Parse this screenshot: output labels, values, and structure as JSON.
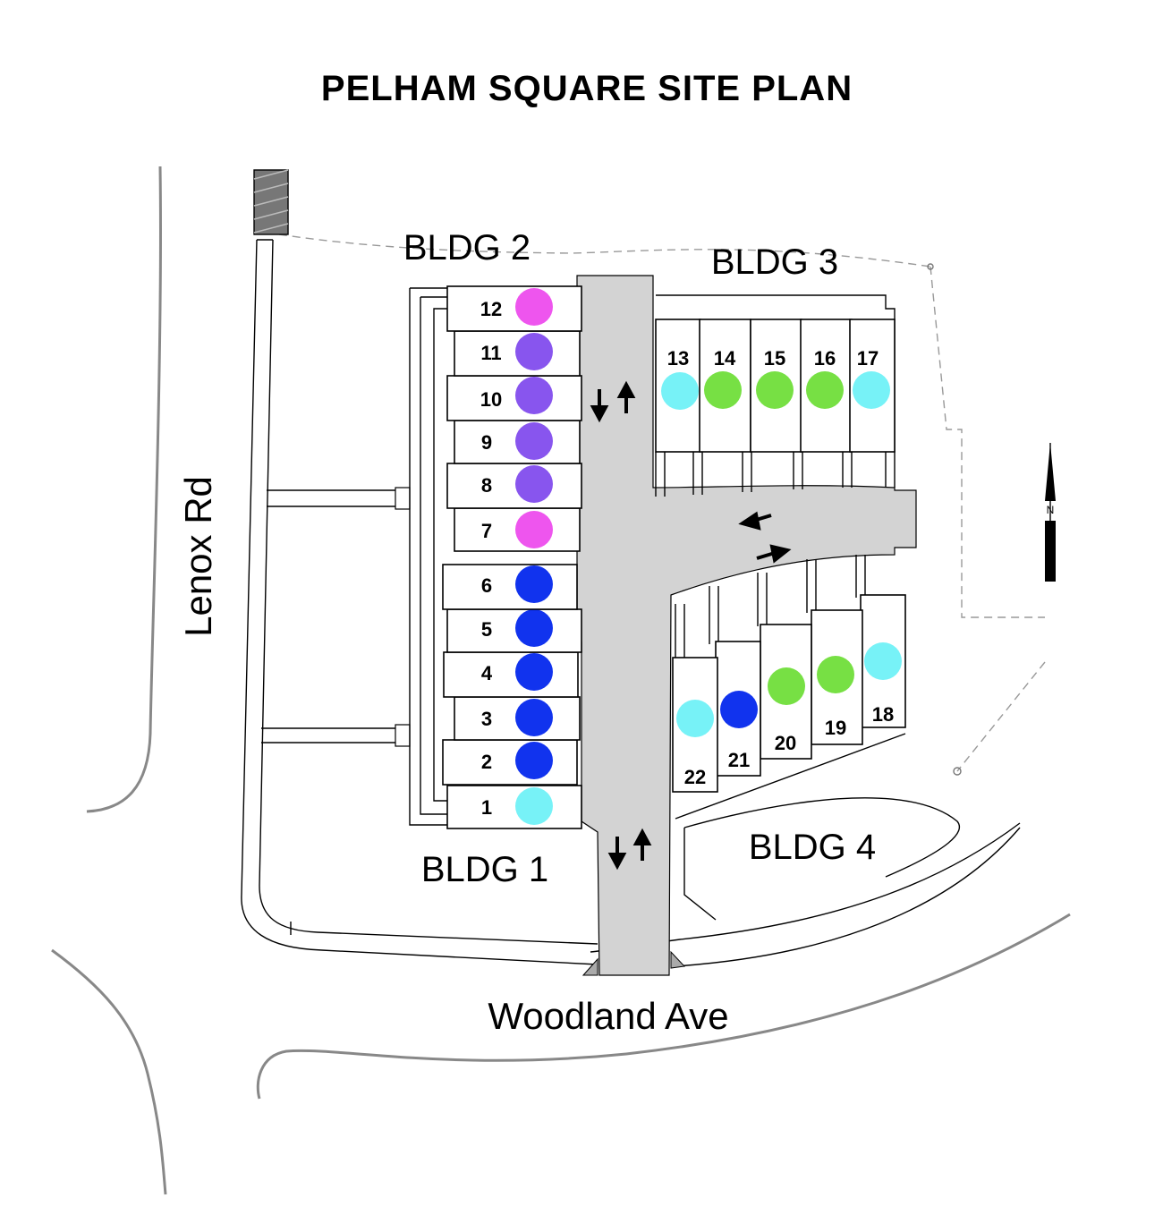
{
  "title": "PELHAM SQUARE SITE PLAN",
  "buildings": {
    "bldg1": "BLDG 1",
    "bldg2": "BLDG 2",
    "bldg3": "BLDG 3",
    "bldg4": "BLDG 4"
  },
  "streets": {
    "west": "Lenox Rd",
    "south": "Woodland Ave"
  },
  "compass": {
    "label": "N"
  },
  "colors": {
    "magenta": "#ee55ee",
    "purple": "#8855ee",
    "blue": "#1133ee",
    "cyan": "#77f2f7",
    "green": "#77e044",
    "road": "#d3d3d3"
  },
  "units": [
    {
      "number": "1",
      "color": "cyan"
    },
    {
      "number": "2",
      "color": "blue"
    },
    {
      "number": "3",
      "color": "blue"
    },
    {
      "number": "4",
      "color": "blue"
    },
    {
      "number": "5",
      "color": "blue"
    },
    {
      "number": "6",
      "color": "blue"
    },
    {
      "number": "7",
      "color": "magenta"
    },
    {
      "number": "8",
      "color": "purple"
    },
    {
      "number": "9",
      "color": "purple"
    },
    {
      "number": "10",
      "color": "purple"
    },
    {
      "number": "11",
      "color": "purple"
    },
    {
      "number": "12",
      "color": "magenta"
    },
    {
      "number": "13",
      "color": "cyan"
    },
    {
      "number": "14",
      "color": "green"
    },
    {
      "number": "15",
      "color": "green"
    },
    {
      "number": "16",
      "color": "green"
    },
    {
      "number": "17",
      "color": "cyan"
    },
    {
      "number": "18",
      "color": "cyan"
    },
    {
      "number": "19",
      "color": "green"
    },
    {
      "number": "20",
      "color": "green"
    },
    {
      "number": "21",
      "color": "blue"
    },
    {
      "number": "22",
      "color": "cyan"
    }
  ]
}
